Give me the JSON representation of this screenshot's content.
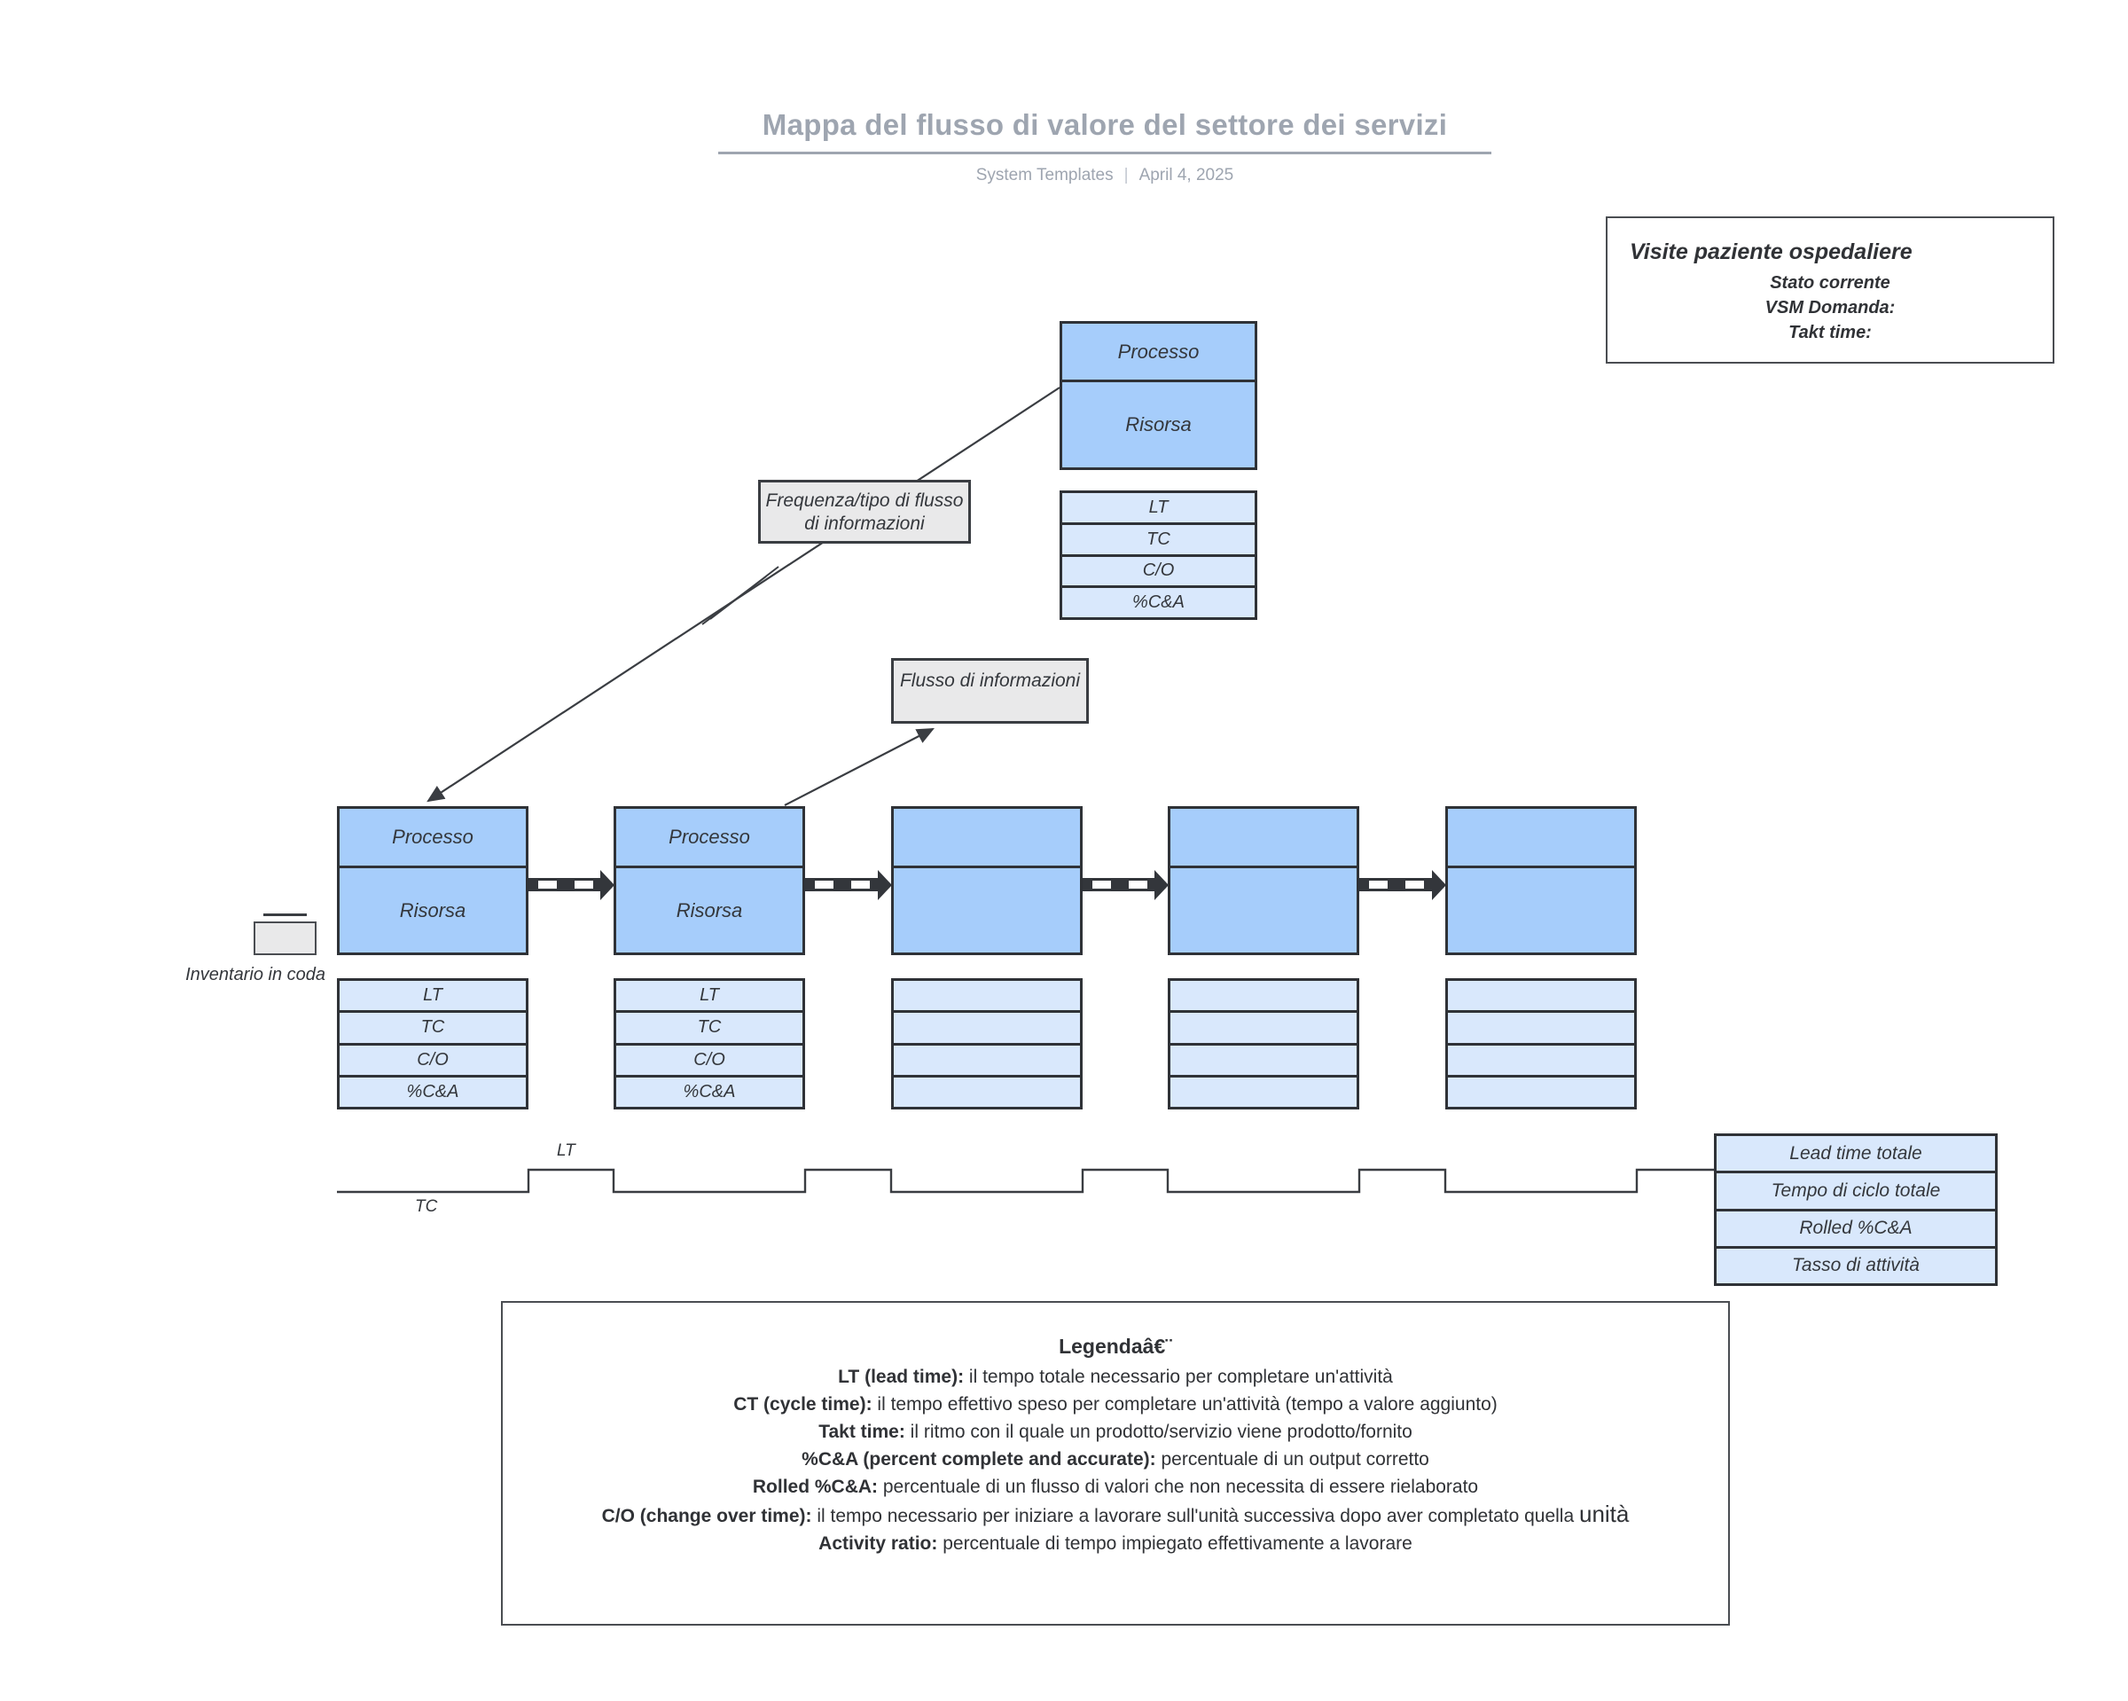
{
  "header": {
    "title": "Mappa del flusso di valore del settore dei servizi",
    "byline": "System Templates",
    "separator": "|",
    "date": "April 4, 2025"
  },
  "info_box": {
    "title": "Visite paziente ospedaliere",
    "lines": [
      "Stato corrente",
      "VSM Domanda:",
      "Takt time:"
    ]
  },
  "top_process": {
    "process": "Processo",
    "resource": "Risorsa",
    "metrics": [
      "LT",
      "TC",
      "C/O",
      "%C&A"
    ]
  },
  "flow_labels": {
    "frequency": "Frequenza/tipo di flusso di informazioni",
    "information": "Flusso di informazioni"
  },
  "inventory": {
    "label": "Inventario in coda"
  },
  "process_row": [
    {
      "process": "Processo",
      "resource": "Risorsa",
      "metrics": [
        "LT",
        "TC",
        "C/O",
        "%C&A"
      ]
    },
    {
      "process": "Processo",
      "resource": "Risorsa",
      "metrics": [
        "LT",
        "TC",
        "C/O",
        "%C&A"
      ]
    },
    {
      "process": "",
      "resource": "",
      "metrics": [
        "",
        "",
        "",
        ""
      ]
    },
    {
      "process": "",
      "resource": "",
      "metrics": [
        "",
        "",
        "",
        ""
      ]
    },
    {
      "process": "",
      "resource": "",
      "metrics": [
        "",
        "",
        "",
        ""
      ]
    }
  ],
  "timeline": {
    "lt": "LT",
    "tc": "TC"
  },
  "totals": {
    "rows": [
      "Lead time totale",
      "Tempo di ciclo totale",
      "Rolled %C&A",
      "Tasso di attività"
    ]
  },
  "legend": {
    "title": "Legendaâ€¨",
    "entries": [
      {
        "term": "LT (lead time):",
        "desc": " il tempo totale necessario per completare un'attività"
      },
      {
        "term": "CT (cycle time):",
        "desc": " il tempo effettivo speso per completare un'attività (tempo a valore aggiunto)"
      },
      {
        "term": "Takt time:",
        "desc": " il ritmo con il quale un prodotto/servizio viene prodotto/fornito"
      },
      {
        "term": "%C&A (percent complete and accurate):",
        "desc": " percentuale di un output corretto"
      },
      {
        "term": "Rolled %C&A:",
        "desc": " percentuale di un flusso di valori che non necessita di essere rielaborato"
      },
      {
        "term": "C/O (change over time):",
        "desc": " il tempo necessario per iniziare a lavorare sull'unità successiva dopo aver completato quella ",
        "desc_large": "unità"
      },
      {
        "term": "Activity ratio:",
        "desc": " percentuale di tempo impiegato effettivamente a lavorare"
      }
    ]
  },
  "icons": {
    "push_arrow": "striped-push-arrow",
    "inventory_icon": "queue-inventory-tray",
    "information_flow": "straight-arrow-line",
    "electronic_information_flow": "zigzag-mark",
    "timeline": "castellated-timeline"
  },
  "colors": {
    "process_fill": "#a6cdfb",
    "metrics_fill": "#d9e8fc",
    "label_fill": "#e9e9ea",
    "stroke_dark": "#2f3237",
    "title_gray": "#9ea5b0"
  }
}
